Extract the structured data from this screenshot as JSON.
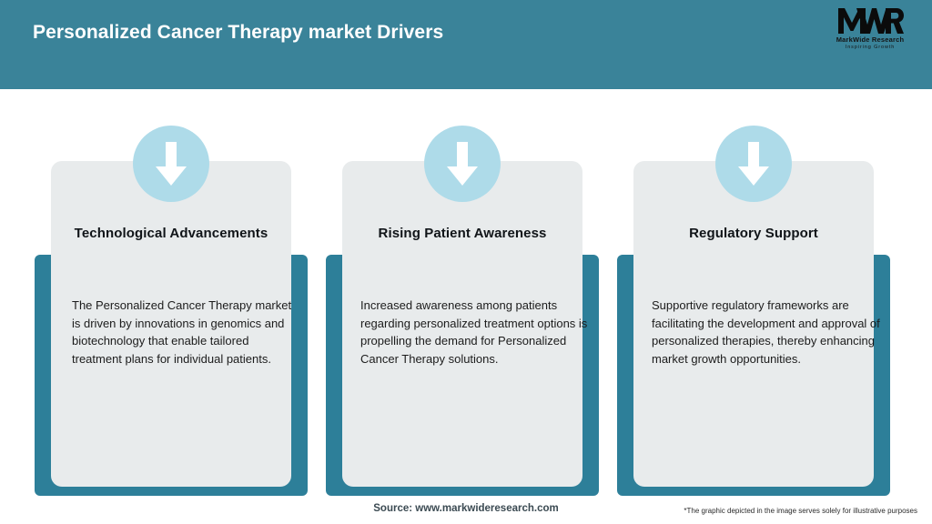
{
  "header": {
    "title": "Personalized Cancer Therapy market Drivers",
    "background_color": "#3a8399",
    "title_color": "#ffffff"
  },
  "logo": {
    "mark": "MWR",
    "name": "MarkWide Research",
    "tagline": "Inspiring Growth"
  },
  "theme": {
    "teal": "#2d7f99",
    "panel_gray": "#e8ebec",
    "icon_circle": "#aedbe9",
    "arrow": "#ffffff"
  },
  "cards": [
    {
      "icon": "arrow-down-icon",
      "heading": "Technological Advancements",
      "body": "The Personalized Cancer Therapy market is driven by innovations in genomics and biotechnology that enable tailored treatment plans for individual patients."
    },
    {
      "icon": "arrow-down-icon",
      "heading": "Rising Patient Awareness",
      "body": "Increased awareness among patients regarding personalized treatment options is propelling the demand for Personalized Cancer Therapy solutions."
    },
    {
      "icon": "arrow-down-icon",
      "heading": "Regulatory Support",
      "body": "Supportive regulatory frameworks are facilitating the development and approval of personalized therapies, thereby enhancing market growth opportunities."
    }
  ],
  "footer": {
    "source": "Source: www.markwideresearch.com",
    "disclaimer": "*The graphic depicted in the image serves solely for illustrative purposes"
  }
}
